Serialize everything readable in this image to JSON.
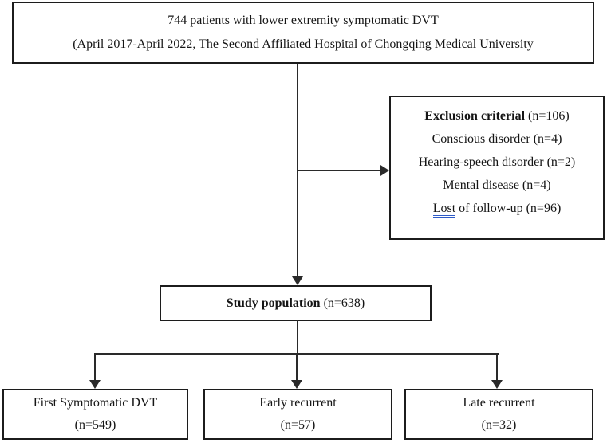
{
  "figure": {
    "top_box": {
      "line1": "744 patients with lower extremity symptomatic DVT",
      "line2": "(April 2017-April 2022, The Second Affiliated Hospital of Chongqing Medical University"
    },
    "exclusion_box": {
      "title": "Exclusion criterial",
      "title_count": " (n=106)",
      "item1": "Conscious disorder (n=4)",
      "item2": "Hearing-speech disorder (n=2)",
      "item3": "Mental disease (n=4)",
      "item4_underlined": "Lost",
      "item4_rest": " of follow-up (n=96)"
    },
    "study_box": {
      "title": "Study population",
      "count": " (n=638)"
    },
    "bottom_boxes": [
      {
        "label": "First Symptomatic DVT",
        "count": "(n=549)"
      },
      {
        "label": "Early recurrent",
        "count": "(n=57)"
      },
      {
        "label": "Late recurrent",
        "count": "(n=32)"
      }
    ]
  },
  "colors": {
    "box_border": "#1c1c1c",
    "connector": "#2a2a2a",
    "text": "#151515",
    "grammar_underline": "#2e5bc7",
    "background": "#ffffff"
  }
}
